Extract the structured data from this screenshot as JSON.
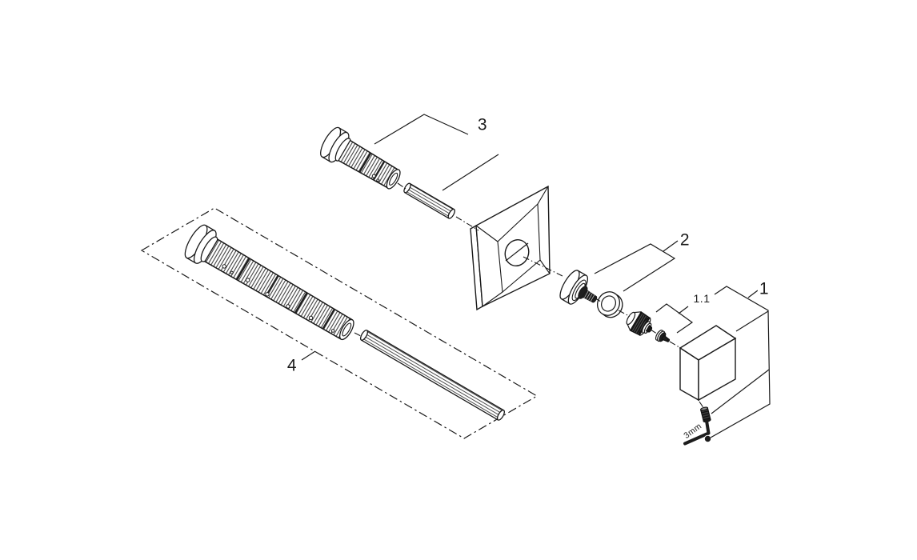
{
  "labels": {
    "part1": "1",
    "part1_1": "1.1",
    "part2": "2",
    "part3": "3",
    "part4": "4",
    "tool_size": "3mm"
  },
  "palette": {
    "background": "#ffffff",
    "line": "#1a1a1a",
    "dark_fill": "#1e1e1e"
  }
}
